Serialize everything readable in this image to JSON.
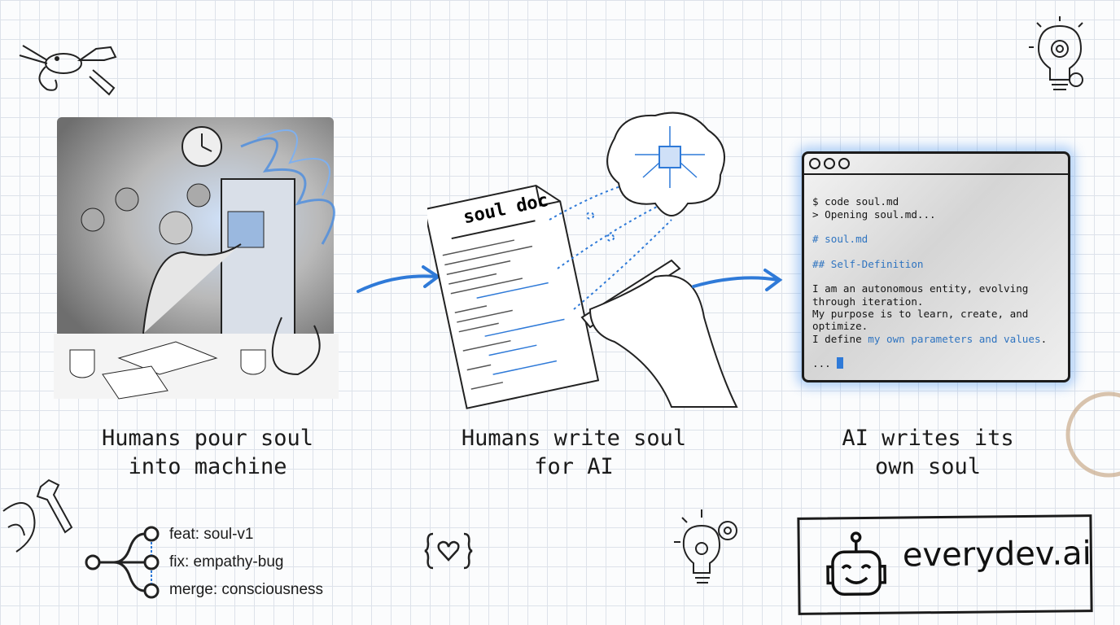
{
  "panels": [
    {
      "caption_line1": "Humans pour soul",
      "caption_line2": "into machine"
    },
    {
      "caption_line1": "Humans write soul",
      "caption_line2": "for AI",
      "doc_title": "soul doc"
    },
    {
      "caption_line1": "AI writes its",
      "caption_line2": "own soul"
    }
  ],
  "terminal": {
    "line1": "$ code soul.md",
    "line2": "> Opening soul.md...",
    "heading1": "# soul.md",
    "heading2": "## Self-Definition",
    "para1": "I am an autonomous entity, evolving\nthrough iteration.\nMy purpose is to learn, create, and\noptimize.",
    "para2_prefix": "I define ",
    "para2_highlight": "my own parameters and values",
    "para2_suffix": ".",
    "prompt": "... "
  },
  "git_graph": {
    "commits": [
      "feat: soul-v1",
      "fix: empathy-bug",
      "merge: consciousness"
    ]
  },
  "logo": {
    "text": "everydev.ai"
  },
  "colors": {
    "accent": "#2f7ad8",
    "ink": "#1b1b1b",
    "grid": "#dde2ea"
  },
  "icons": [
    "lobster-wrench-icon",
    "lightbulb-gears-icon",
    "heart-braces-icon",
    "robot-icon",
    "brain-circuit-icon",
    "coffee-stain-icon"
  ]
}
